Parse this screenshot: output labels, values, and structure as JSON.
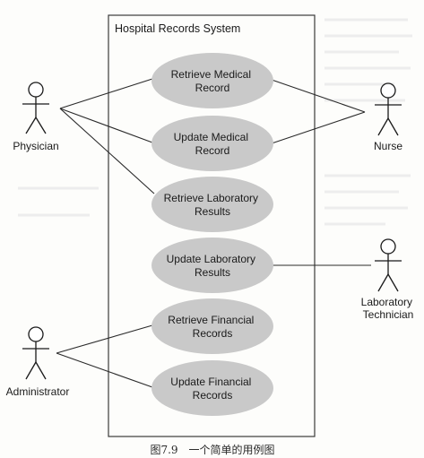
{
  "system": {
    "title": "Hospital Records System"
  },
  "actors": [
    {
      "id": "physician",
      "label": "Physician"
    },
    {
      "id": "nurse",
      "label": "Nurse"
    },
    {
      "id": "lab-tech",
      "label_lines": [
        "Laboratory",
        "Technician"
      ]
    },
    {
      "id": "administrator",
      "label": "Administrator"
    }
  ],
  "use_cases": [
    {
      "id": "retrieve-medical",
      "label_lines": [
        "Retrieve Medical",
        "Record"
      ]
    },
    {
      "id": "update-medical",
      "label_lines": [
        "Update Medical",
        "Record"
      ]
    },
    {
      "id": "retrieve-lab",
      "label_lines": [
        "Retrieve Laboratory",
        "Results"
      ]
    },
    {
      "id": "update-lab",
      "label_lines": [
        "Update Laboratory",
        "Results"
      ]
    },
    {
      "id": "retrieve-financial",
      "label_lines": [
        "Retrieve Financial",
        "Records"
      ]
    },
    {
      "id": "update-financial",
      "label_lines": [
        "Update Financial",
        "Records"
      ]
    }
  ],
  "associations": [
    [
      "physician",
      "retrieve-medical"
    ],
    [
      "physician",
      "update-medical"
    ],
    [
      "physician",
      "retrieve-lab"
    ],
    [
      "nurse",
      "retrieve-medical"
    ],
    [
      "nurse",
      "update-medical"
    ],
    [
      "lab-tech",
      "update-lab"
    ],
    [
      "administrator",
      "retrieve-financial"
    ],
    [
      "administrator",
      "update-financial"
    ]
  ],
  "caption": "图7.9　一个简单的用例图",
  "colors": {
    "use_case_fill": "#c9c9c9",
    "line": "#2a2a2a"
  }
}
